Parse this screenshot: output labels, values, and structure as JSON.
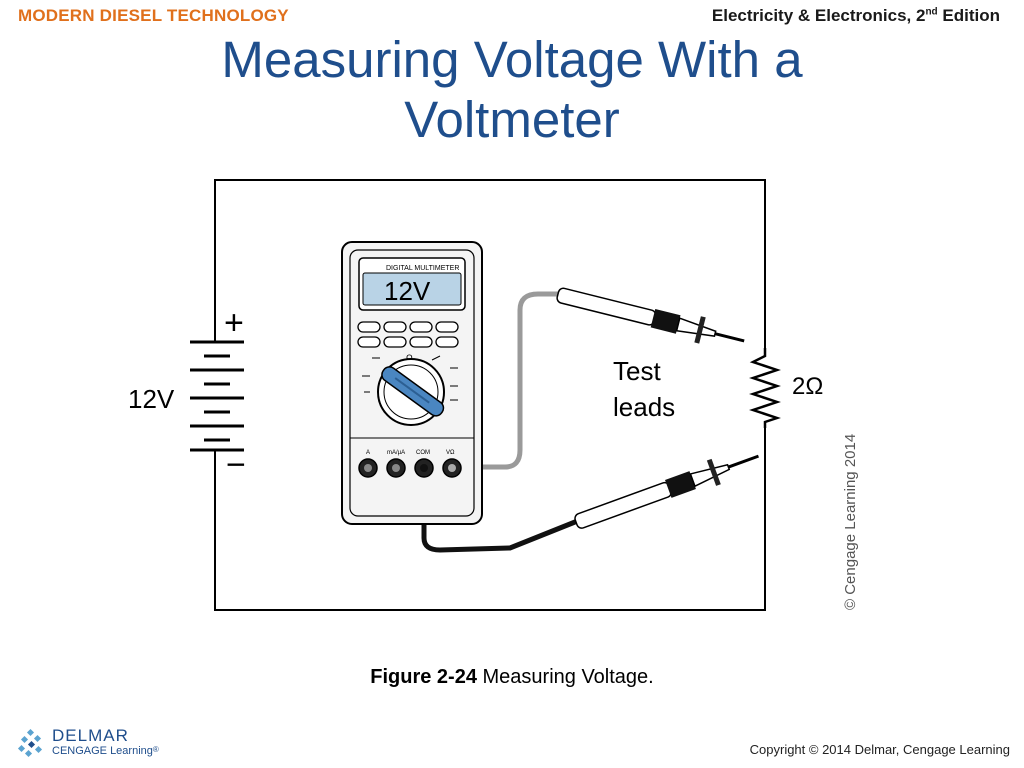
{
  "header": {
    "book_title": "MODERN DIESEL TECHNOLOGY",
    "edition_prefix": "Electricity & Electronics, 2",
    "edition_sup": "nd",
    "edition_suffix": " Edition"
  },
  "slide": {
    "title_line1": "Measuring Voltage With a",
    "title_line2": "Voltmeter"
  },
  "diagram": {
    "battery_label": "12V",
    "battery_plus": "+",
    "battery_minus": "−",
    "meter_brand": "DIGITAL MULTIMETER",
    "meter_reading": "12V",
    "dial_ohm_symbol": "Ω",
    "jack_labels": [
      "A",
      "mA/µA",
      "COM",
      "VΩ"
    ],
    "leads_label_line1": "Test",
    "leads_label_line2": "leads",
    "resistor_label": "2Ω",
    "image_credit": "© Cengage Learning 2014"
  },
  "caption": {
    "figure_number": "Figure 2-24",
    "text": " Measuring Voltage."
  },
  "footer": {
    "logo_name": "DELMAR",
    "logo_sub": "CENGAGE Learning",
    "logo_tm": "®",
    "copyright": "Copyright © 2014 Delmar, Cengage Learning"
  },
  "colors": {
    "title_blue": "#1f4e8c",
    "header_orange": "#e0701c",
    "lcd_blue": "#b9d3e6",
    "dial_blue": "#4a86c1"
  }
}
